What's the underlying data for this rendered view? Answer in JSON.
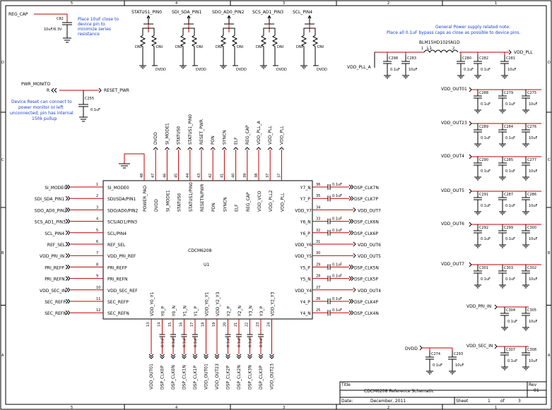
{
  "border": {
    "columns": [
      "5",
      "4",
      "3",
      "2",
      "1"
    ],
    "rows": [
      "D",
      "C",
      "B",
      "A"
    ]
  },
  "notes": {
    "cap_note": "Place 10uF close to device pin to minimize series resistance",
    "cap_note_lines": [
      "Place 10uF close to",
      "device pin to",
      "minimize series",
      "resistance"
    ],
    "power_note_lines": [
      "General Power supply related note:",
      "Place all 0.1uF bypass caps as close as possible to device pins."
    ],
    "reset_note_lines": [
      "Device Reset can  connect to",
      "power monitor or left",
      "unconnected; pin has internal",
      "150k pullup"
    ]
  },
  "top_left": {
    "reg_cap": "REG_CAP",
    "c82": "C82",
    "c82_value": "10uF/6.3V",
    "pwr_monito": "PWR_MONITO",
    "r_label": "R",
    "c255": "C255",
    "c255_value": "0.1uF",
    "reset_pwr": "RESET_PWR"
  },
  "strap_pins": [
    {
      "name": "STATUS1_PIN0",
      "dni": "DNI",
      "supply": "DVDD"
    },
    {
      "name": "SDI_SDA_PIN1",
      "dni": "DNI",
      "supply": "DVDD"
    },
    {
      "name": "SDO_AD0_PIN2",
      "dni": "DNI",
      "supply": "DVDD"
    },
    {
      "name": "SCS_AD1_PIN3",
      "dni": "DNI",
      "supply": "DVDD"
    },
    {
      "name": "SCL_PIN4",
      "dni": "DNI",
      "supply": "DVDD"
    }
  ],
  "pll_supply": {
    "part": "BLM15HD102SN1D",
    "inductor": "L1",
    "pin1": "1",
    "pin2": "2",
    "vdd_pll": "VDD_PLL",
    "vdd_pll_a": "VDD_PLL_A",
    "caps": [
      {
        "ref": "C298",
        "value": "0.1uF"
      },
      {
        "ref": "C283",
        "value": "10uF"
      },
      {
        "ref": "C280",
        "value": "0.1uF"
      },
      {
        "ref": "C282",
        "value": "0.1uF"
      },
      {
        "ref": "C281",
        "value": "10uF"
      }
    ]
  },
  "supply_groups": [
    {
      "net": "VDD_OUT01",
      "caps": [
        {
          "ref": "C288",
          "value": "0.1uF"
        },
        {
          "ref": "C279",
          "value": "0.1uF"
        },
        {
          "ref": "C275",
          "value": "10uF"
        }
      ]
    },
    {
      "net": "VDD_OUT23",
      "caps": [
        {
          "ref": "C289",
          "value": "0.1uF"
        },
        {
          "ref": "C284",
          "value": "0.1uF"
        },
        {
          "ref": "C276",
          "value": "10uF"
        }
      ]
    },
    {
      "net": "VDD_OUT4",
      "caps": [
        {
          "ref": "C290",
          "value": "0.1uF"
        },
        {
          "ref": "C285",
          "value": "0.1uF"
        },
        {
          "ref": "C277",
          "value": "10uF"
        }
      ]
    },
    {
      "net": "VDD_OUT5",
      "caps": [
        {
          "ref": "C291",
          "value": "0.1uF"
        },
        {
          "ref": "C287",
          "value": "0.1uF"
        },
        {
          "ref": "C286",
          "value": "10uF"
        }
      ]
    },
    {
      "net": "VDD_OUT6",
      "caps": [
        {
          "ref": "C292",
          "value": "0.1uF"
        },
        {
          "ref": "C299",
          "value": "0.1uF"
        },
        {
          "ref": "C300",
          "value": "10uF"
        }
      ]
    },
    {
      "net": "VDD_OUT7",
      "caps": [
        {
          "ref": "C301",
          "value": "0.1uF"
        },
        {
          "ref": "C303",
          "value": "0.1uF"
        },
        {
          "ref": "C302",
          "value": "10uF"
        }
      ]
    }
  ],
  "ref_supplies": [
    {
      "net": "VDD_PRI_IN",
      "caps": [
        {
          "ref": "C304",
          "value": "0.1uF"
        },
        {
          "ref": "C305",
          "value": "10uF"
        }
      ]
    },
    {
      "net": "VDD_SEC_IN",
      "caps": [
        {
          "ref": "C307",
          "value": "0.1uF"
        },
        {
          "ref": "C308",
          "value": "10uF"
        }
      ]
    }
  ],
  "dvdd_caps": {
    "net": "DVDD",
    "caps": [
      {
        "ref": "C274",
        "value": "0.1uF"
      },
      {
        "ref": "C293",
        "value": "10uF"
      }
    ]
  },
  "ic": {
    "part": "CDCM6208",
    "ref": "U1",
    "left_pins": [
      {
        "num": "1",
        "name": "SI_MODE0",
        "net": "SI_MODE0"
      },
      {
        "num": "2",
        "name": "SDI/SDA/PIN1",
        "net": "SDI_SDA_PIN1"
      },
      {
        "num": "3",
        "name": "SDO/AD0/PIN2",
        "net": "SDO_AD0_PIN2"
      },
      {
        "num": "4",
        "name": "SCS/AD1/PIN3",
        "net": "SCS_AD1_PIN3"
      },
      {
        "num": "5",
        "name": "SCL/PIN4",
        "net": "SCL_PIN4"
      },
      {
        "num": "6",
        "name": "REF_SEL",
        "net": "REF_SEL"
      },
      {
        "num": "7",
        "name": "VDD_PRI_REF",
        "net": "VDD_PRI_IN"
      },
      {
        "num": "8",
        "name": "PRI_REFP",
        "net": "PRI_REFP"
      },
      {
        "num": "9",
        "name": "PRI_REFN",
        "net": "PRI_REFN"
      },
      {
        "num": "10",
        "name": "VDD_SEC_REF",
        "net": "VDD_SEC_IN"
      },
      {
        "num": "11",
        "name": "SEC_REFP",
        "net": "SEC_REFP"
      },
      {
        "num": "12",
        "name": "SEC_REFN",
        "net": "SEC_REFN"
      }
    ],
    "right_pins": [
      {
        "num": "36",
        "name": "Y7_N",
        "net": "DSP_CLK7N",
        "cap": "0.1uF"
      },
      {
        "num": "35",
        "name": "Y7_P",
        "net": "DSP_CLK7P",
        "cap": "0.1uF"
      },
      {
        "num": "34",
        "name": "VDD_Y7",
        "net": "VDD_OUT7",
        "cap": ""
      },
      {
        "num": "33",
        "name": "Y6_N",
        "net": "DSP_CLK6N",
        "cap": "0.1uF"
      },
      {
        "num": "32",
        "name": "Y6_P",
        "net": "DSP_CLK6P",
        "cap": "0.1uF"
      },
      {
        "num": "31",
        "name": "VDD_Y6",
        "net": "VDD_OUT6",
        "cap": ""
      },
      {
        "num": "30",
        "name": "VDD_Y5",
        "net": "VDD_OUT5",
        "cap": ""
      },
      {
        "num": "29",
        "name": "Y5_P",
        "net": "DSP_CLK5N",
        "cap": "0.1uF"
      },
      {
        "num": "28",
        "name": "Y5_N",
        "net": "DSP_CLK5P",
        "cap": "0.1uF"
      },
      {
        "num": "27",
        "name": "VDD_Y4",
        "net": "VDD_OUT4",
        "cap": ""
      },
      {
        "num": "26",
        "name": "Y4_P",
        "net": "DSP_CLK4P",
        "cap": "0.1uF"
      },
      {
        "num": "25",
        "name": "Y4_N",
        "net": "DSP_CLK4N",
        "cap": "0.1uF"
      }
    ],
    "top_pins": [
      {
        "num": "48",
        "name": "POWER_PAD",
        "net": ""
      },
      {
        "num": "47",
        "name": "DVDD",
        "net": "DVDD"
      },
      {
        "num": "46",
        "name": "SI_MODE1",
        "net": "SI_MODE1"
      },
      {
        "num": "45",
        "name": "STATUS0",
        "net": "STATUS0"
      },
      {
        "num": "44",
        "name": "STATUS1/PIN0",
        "net": "STATUS1_PIN0"
      },
      {
        "num": "43",
        "name": "RESETN/PWR",
        "net": "RESET_PWR"
      },
      {
        "num": "42",
        "name": "PDN",
        "net": "PDN"
      },
      {
        "num": "41",
        "name": "SYNCN",
        "net": "SYNCN"
      },
      {
        "num": "40",
        "name": "ELF",
        "net": "ELF"
      },
      {
        "num": "39",
        "name": "REG_CAP",
        "net": "REG_CAP"
      },
      {
        "num": "38",
        "name": "VDD_VCO",
        "net": "VDD_PLL_A"
      },
      {
        "num": "37",
        "name": "VDD_PLL2",
        "net": "VDD_PLL"
      },
      {
        "num": "37",
        "name": "VDD_PLL",
        "net": "VDD_PLL"
      }
    ],
    "bottom_pins": [
      {
        "num": "13",
        "name": "VDD_Y0_Y1",
        "net": "VDD_OUT01",
        "cap": ""
      },
      {
        "num": "14",
        "name": "Y0_P",
        "net": "DSP_CLK0P",
        "cap": "0.1uF"
      },
      {
        "num": "15",
        "name": "Y0_N",
        "net": "DSP_CLK0N",
        "cap": "0.1uF"
      },
      {
        "num": "16",
        "name": "Y1_N",
        "net": "DSP_CLK1N",
        "cap": "0.1uF"
      },
      {
        "num": "17",
        "name": "Y1_P",
        "net": "DSP_CLK1P",
        "cap": "0.1uF"
      },
      {
        "num": "18",
        "name": "VDD_Y0_Y1",
        "net": "VDD_OUT01",
        "cap": ""
      },
      {
        "num": "19",
        "name": "VDD_Y2_Y3",
        "net": "VDD_OUT23",
        "cap": ""
      },
      {
        "num": "20",
        "name": "Y2_P",
        "net": "DSP_CLK2P",
        "cap": "0.1uF"
      },
      {
        "num": "21",
        "name": "Y2_N",
        "net": "DSP_CLK2N",
        "cap": "0.1uF"
      },
      {
        "num": "22",
        "name": "Y3_N",
        "net": "DSP_CLK3N",
        "cap": "0.1uF"
      },
      {
        "num": "23",
        "name": "Y3_P",
        "net": "DSP_CLK3P",
        "cap": "0.1uF"
      },
      {
        "num": "24",
        "name": "VDD_Y2_Y3",
        "net": "VDD_OUT23",
        "cap": ""
      }
    ]
  },
  "title_block": {
    "title_label": "Title",
    "title": "CDCM6208 Reference Schematic",
    "rev_label": "Rev",
    "rev": "01",
    "date_label": "Date:",
    "date": "December, 2011",
    "sheet_label": "Sheet",
    "sheet": "1",
    "of_label": "of",
    "of": "3"
  },
  "colors": {
    "wire": "#000000",
    "power_wire": "#c00000",
    "note": "#1a3fd0"
  }
}
